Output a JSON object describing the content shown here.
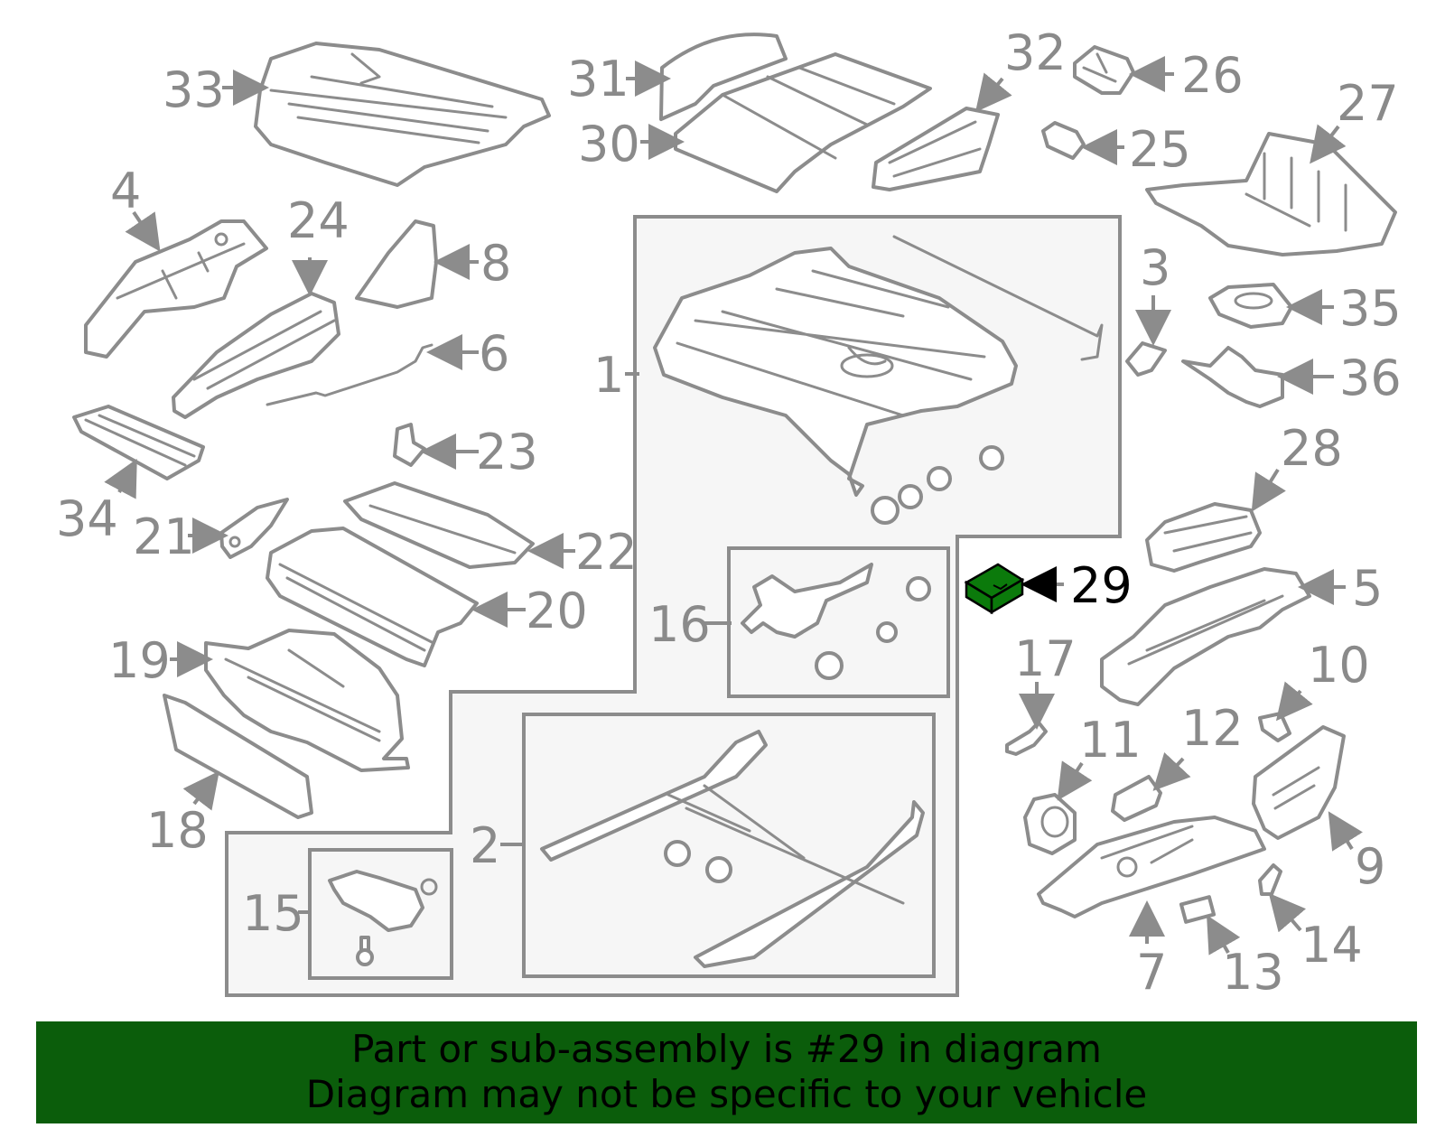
{
  "highlight": {
    "part_number": "29",
    "color": "#0b7a0b"
  },
  "callouts": {
    "c1": "1",
    "c2": "2",
    "c3": "3",
    "c4": "4",
    "c5": "5",
    "c6": "6",
    "c7": "7",
    "c8": "8",
    "c9": "9",
    "c10": "10",
    "c11": "11",
    "c12": "12",
    "c13": "13",
    "c14": "14",
    "c15": "15",
    "c16": "16",
    "c17": "17",
    "c18": "18",
    "c19": "19",
    "c20": "20",
    "c21": "21",
    "c22": "22",
    "c23": "23",
    "c24": "24",
    "c25": "25",
    "c26": "26",
    "c27": "27",
    "c28": "28",
    "c29": "29",
    "c30": "30",
    "c31": "31",
    "c32": "32",
    "c33": "33",
    "c34": "34",
    "c35": "35",
    "c36": "36"
  },
  "banner": {
    "line1": "Part or sub-assembly is #29 in diagram",
    "line2": "Diagram may not be specific to your vehicle",
    "background": "#0b5d0b"
  }
}
